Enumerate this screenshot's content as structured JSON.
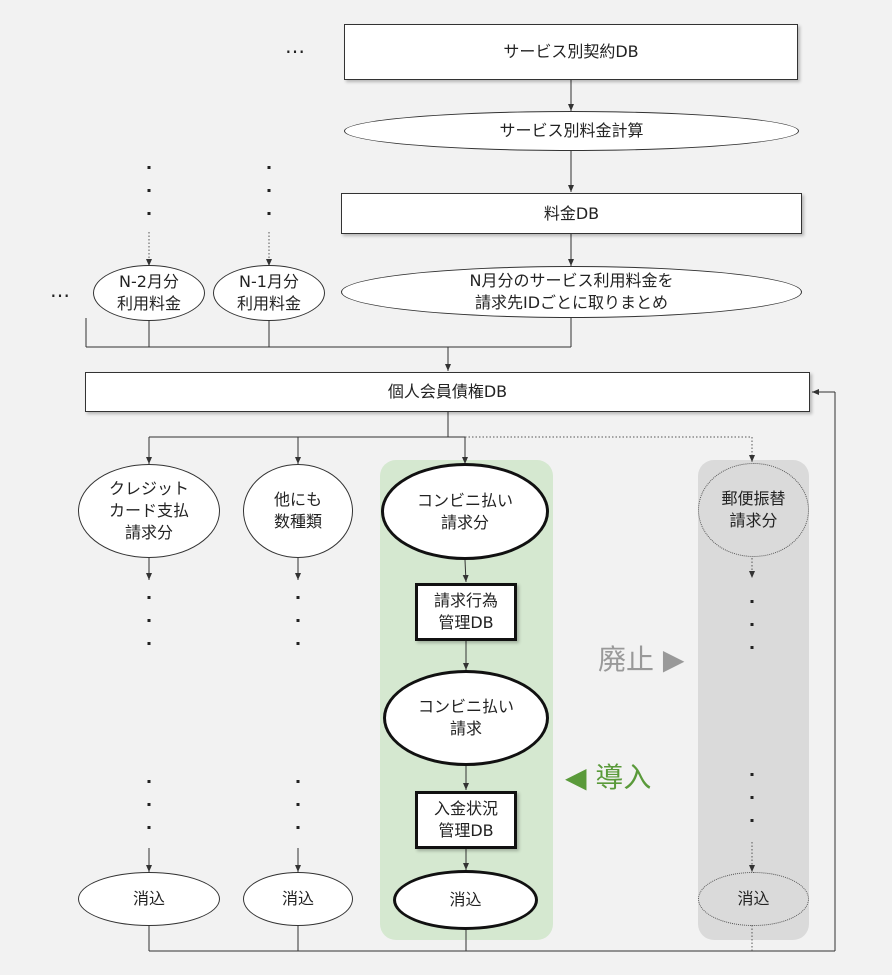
{
  "nodes": {
    "service_contract_db": "サービス別契約DB",
    "service_fee_calc": "サービス別料金計算",
    "fee_db": "料金DB",
    "nm2_fee": "N-2月分\n利用料金",
    "nm1_fee": "N-1月分\n利用料金",
    "n_fee_aggregate": "N月分のサービス利用料金を\n請求先IDごとに取りまとめ",
    "member_claims_db": "個人会員債権DB",
    "credit_card": "クレジット\nカード支払\n請求分",
    "others": "他にも\n数種類",
    "convenience_claim": "コンビニ払い\n請求分",
    "billing_action_db": "請求行為\n管理DB",
    "convenience_billing": "コンビニ払い\n請求",
    "payment_status_db": "入金状況\n管理DB",
    "postal_transfer": "郵便振替\n請求分",
    "offset_1": "消込",
    "offset_2": "消込",
    "offset_3": "消込",
    "offset_4": "消込"
  },
  "ellipsis": {
    "top": "…",
    "left": "…"
  },
  "labels": {
    "abolish": "廃止 ▶",
    "introduce": "◀ 導入"
  },
  "colors": {
    "introduce_panel": "#d5e8d0",
    "abolish_panel": "#dadada",
    "introduce_text": "#5a9a3a",
    "abolish_text": "#999999"
  }
}
